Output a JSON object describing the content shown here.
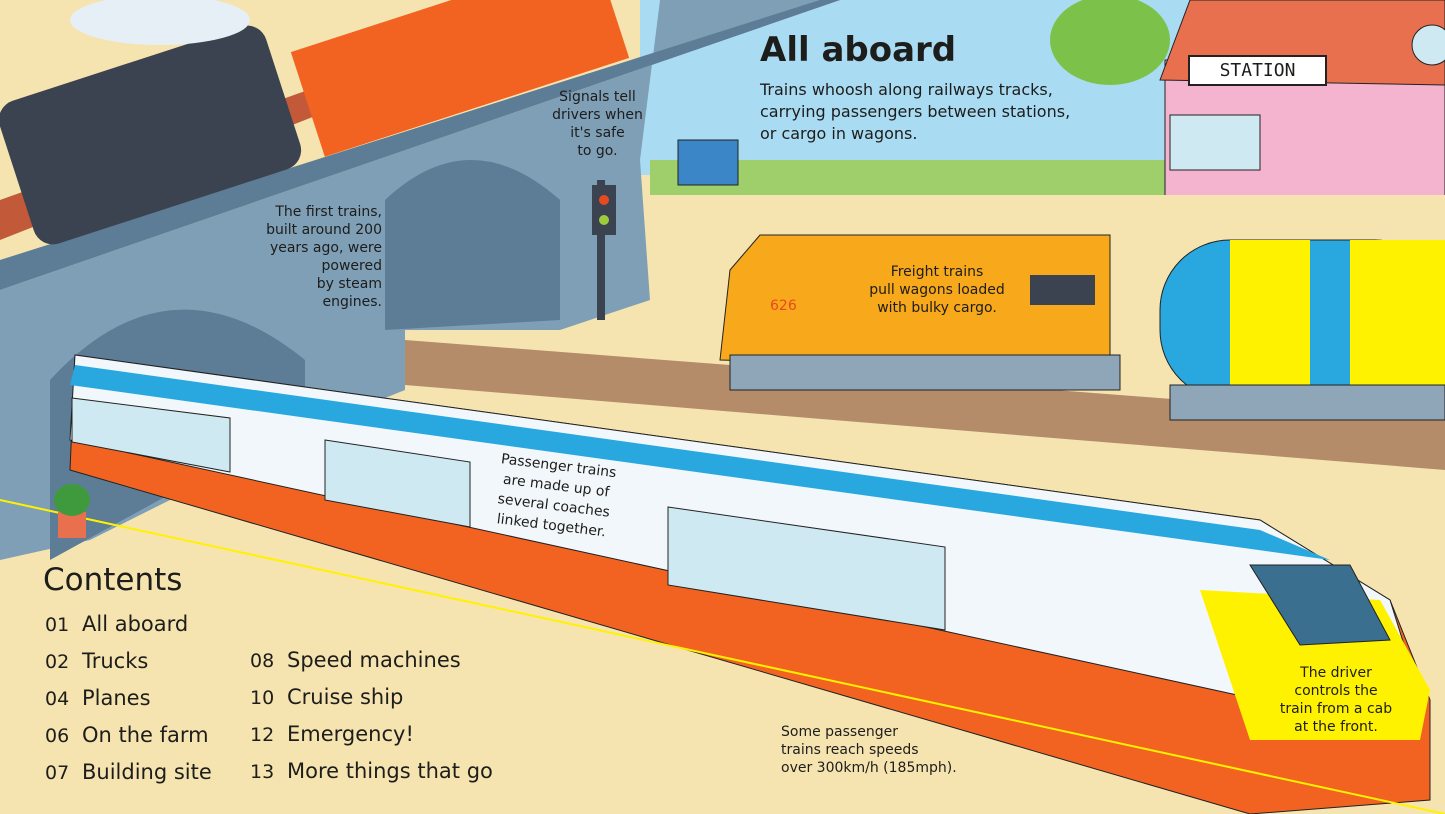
{
  "page": {
    "title": "All aboard",
    "intro": "Trains whoosh along railways tracks, carrying passengers between stations, or cargo in wagons."
  },
  "station_sign": "STATION",
  "locomotive_number": "626",
  "captions": {
    "signals": [
      "Signals tell",
      "drivers when",
      "it's safe",
      "to go."
    ],
    "first_trains": [
      "The first trains,",
      "built around 200",
      "years ago, were",
      "powered",
      "by steam",
      "engines."
    ],
    "freight": [
      "Freight trains",
      "pull wagons loaded",
      "with bulky cargo."
    ],
    "passenger": [
      "Passenger trains",
      "are made up of",
      "several coaches",
      "linked together."
    ],
    "driver": [
      "The driver",
      "controls the",
      "train from a cab",
      "at the front."
    ],
    "speed": [
      "Some passenger",
      "trains reach speeds",
      "over 300km/h (185mph)."
    ]
  },
  "contents": {
    "title": "Contents",
    "items": [
      {
        "num": "01",
        "label": "All aboard"
      },
      {
        "num": "02",
        "label": "Trucks"
      },
      {
        "num": "04",
        "label": "Planes"
      },
      {
        "num": "06",
        "label": "On the farm"
      },
      {
        "num": "07",
        "label": "Building site"
      },
      {
        "num": "08",
        "label": "Speed machines"
      },
      {
        "num": "10",
        "label": "Cruise ship"
      },
      {
        "num": "12",
        "label": "Emergency!"
      },
      {
        "num": "13",
        "label": "More things that go"
      }
    ]
  },
  "colors": {
    "sky": "#a9dcf3",
    "viaduct": "#7f9fb7",
    "platform": "#f6e4b0",
    "train_orange": "#f26322",
    "freight_orange": "#f7a81b",
    "station_pink": "#f4b4cf"
  }
}
